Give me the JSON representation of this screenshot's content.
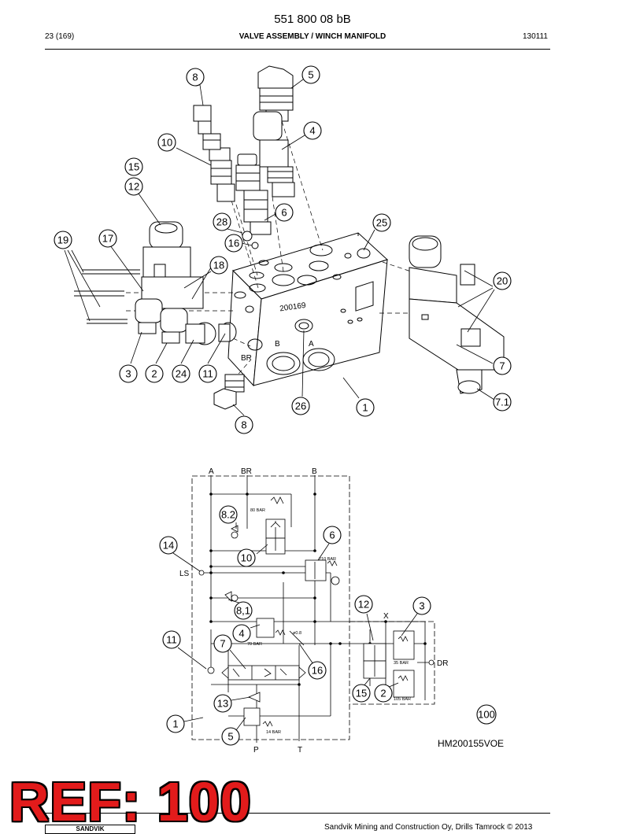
{
  "header": {
    "doc_number": "551 800 08 bB",
    "page_ref": "23 (169)",
    "title": "VALVE ASSEMBLY / WINCH MANIFOLD",
    "date": "130111"
  },
  "exploded_view": {
    "callouts": [
      "8",
      "5",
      "4",
      "10",
      "15",
      "12",
      "6",
      "28",
      "25",
      "19",
      "17",
      "16",
      "18",
      "20",
      "7",
      "3",
      "2",
      "24",
      "11",
      "26",
      "1",
      "7.1",
      "8"
    ],
    "block_marking": "200169",
    "port_labels": [
      "B",
      "A",
      "BR"
    ]
  },
  "schematic": {
    "ports": [
      "A",
      "BR",
      "B",
      "LS",
      "X",
      "DR",
      "P",
      "T"
    ],
    "callouts": [
      "8.2",
      "6",
      "14",
      "10",
      "12",
      "3",
      "8,1",
      "4",
      "11",
      "7",
      "16",
      "15",
      "2",
      "13",
      "1",
      "5",
      "100"
    ],
    "pressure_labels": [
      "80 BAR",
      "210 BAR",
      "70 BAR",
      "35 BAR",
      "105 BAR",
      "14 BAR"
    ],
    "orifice_label": "ø0.8"
  },
  "drawing_code": "HM200155VOE",
  "stamp": "REF: 100",
  "footer": {
    "text": "Sandvik Mining and Construction Oy, Drills Tamrock © 2013",
    "logo": "SANDVIK"
  }
}
